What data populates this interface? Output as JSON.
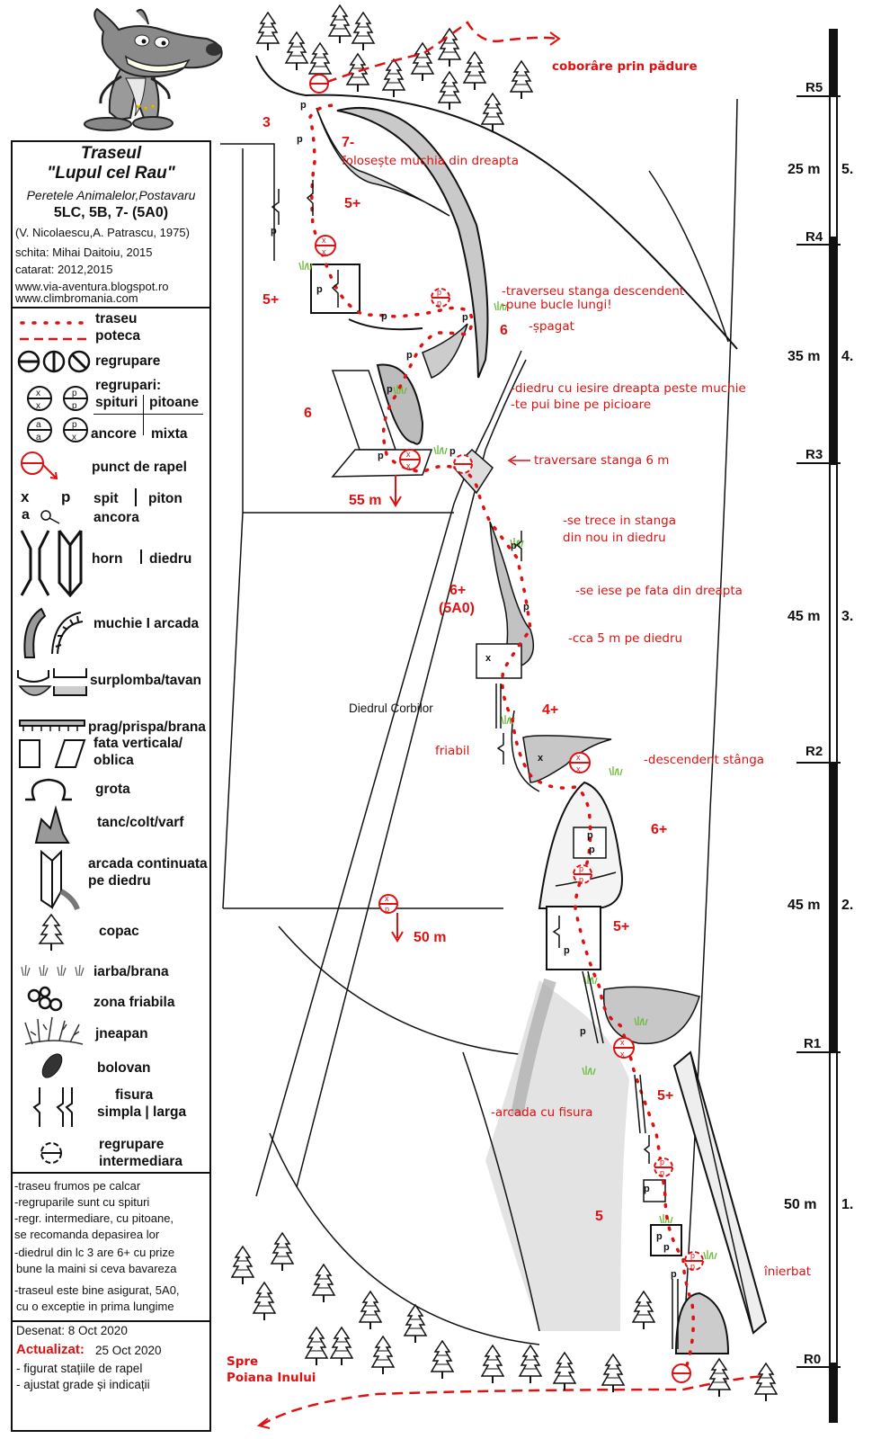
{
  "header": {
    "title_line1": "Traseul",
    "title_line2": "\"Lupul cel Rau\"",
    "location": "Peretele Animalelor,Postavaru",
    "grades": "5LC, 5B, 7- (5A0)",
    "authors": "(V. Nicolaescu,A. Patrascu, 1975)",
    "sketch": "schita: Mihai Daitoiu, 2015",
    "climbed": "catarat: 2012,2015",
    "site1": "www.via-aventura.blogspot.ro",
    "site2": "www.climbromania.com"
  },
  "legend": {
    "traseu": "traseu",
    "poteca": "poteca",
    "regrupare": "regrupare",
    "regrupari": "regrupari:",
    "spituri": "spituri",
    "pitoane": "pitoane",
    "ancore": "ancore",
    "mixta": "mixta",
    "rapel": "punct de rapel",
    "x": "x",
    "p": "p",
    "spit": "spit",
    "piton": "piton",
    "a": "a",
    "ancora": "ancora",
    "horn": "horn",
    "diedru": "diedru",
    "muchie": "muchie I arcada",
    "surplomba": "surplomba/tavan",
    "prag": "prag/prispa/brana",
    "fata1": "fata verticala/",
    "fata2": "oblica",
    "grota": "grota",
    "tanc": "tanc/colt/varf",
    "arcada1": "arcada continuata",
    "arcada2": "pe diedru",
    "copac": "copac",
    "iarba": "iarba/brana",
    "friabila": "zona friabila",
    "jneapan": "jneapan",
    "bolovan": "bolovan",
    "fisura1": "fisura",
    "fisura2": "simpla  |  larga",
    "interm1": "regrupare",
    "interm2": "intermediara"
  },
  "notes": [
    "-traseu frumos pe calcar",
    "-regruparile sunt cu spituri",
    "-regr. intermediare, cu pitoane,",
    "se recomanda depasirea lor",
    "-diedrul din lc 3 are 6+ cu prize",
    "bune la maini si ceva bavareza",
    "-traseul este bine asigurat,  5A0,",
    "cu o exceptie in prima lungime"
  ],
  "footer": {
    "drawn": "Desenat: 8 Oct 2020",
    "updated_label": "Actualizat:",
    "updated_date": "25 Oct 2020",
    "line1": "- figurat stațiile de rapel",
    "line2": "- ajustat grade și indicații"
  },
  "topo": {
    "descent": "coborâre prin pădure",
    "grades": [
      "3",
      "7-",
      "5+",
      "5+",
      "6",
      "6",
      "6+",
      "(5A0)",
      "4+",
      "6+",
      "5+",
      "5+",
      "5"
    ],
    "notes": {
      "muchia": "folosește muchia din dreapta",
      "trav1": "-traverseu stanga  descendent",
      "bucle": "-pune bucle lungi!",
      "spagat": "-șpagat",
      "diedru1": "-diedru cu iesire dreapta peste muchie",
      "picioare": "-te pui bine pe picioare",
      "trav2": "traversare stanga 6 m",
      "trece1": "-se trece in stanga",
      "trece2": "din nou in diedru",
      "iese": "-se iese pe fata din dreapta",
      "cca": "-cca 5 m pe diedru",
      "corbilor": "Diedrul Corbilor",
      "friabil": "friabil",
      "desc": "-descendent stânga",
      "arcada": "-arcada cu fisura",
      "inierbat": "înierbat",
      "spre1": "Spre",
      "spre2": "Poiana Inului"
    },
    "rappels": [
      "55 m",
      "50 m"
    ]
  },
  "belays": [
    "R5",
    "R4",
    "R3",
    "R2",
    "R1",
    "R0"
  ],
  "pitches": [
    {
      "len": "25 m",
      "num": "5."
    },
    {
      "len": "35 m",
      "num": "4."
    },
    {
      "len": "45 m",
      "num": "3."
    },
    {
      "len": "45 m",
      "num": "2."
    },
    {
      "len": "50 m",
      "num": "1."
    }
  ],
  "colors": {
    "route": "#d11111",
    "rock": "#bdbdbd",
    "ink": "#111111"
  }
}
